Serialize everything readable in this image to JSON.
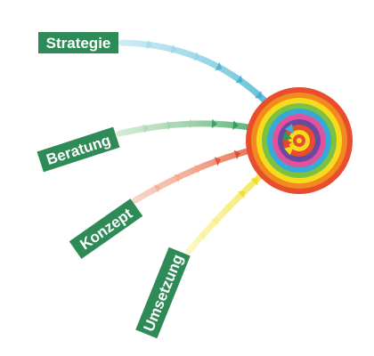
{
  "diagram": {
    "labels": [
      {
        "key": "strategie",
        "text": "Strategie",
        "arrow_color": "#8fd3e6",
        "arrow_dark": "#3fb0cf"
      },
      {
        "key": "beratung",
        "text": "Beratung",
        "arrow_color": "#9fd3a4",
        "arrow_dark": "#2e9a57"
      },
      {
        "key": "konzept",
        "text": "Konzept",
        "arrow_color": "#f2a27f",
        "arrow_dark": "#e0482a"
      },
      {
        "key": "umsetzung",
        "text": "Umsetzung",
        "arrow_color": "#f7ef7a",
        "arrow_dark": "#f0dc1a"
      }
    ],
    "label_color": "#2e8b57",
    "target_rings": [
      "#e84e2e",
      "#f28a1e",
      "#f7dc1e",
      "#7cc242",
      "#37a9d8",
      "#e0529c",
      "#6a4aa0",
      "#e84e2e",
      "#f7dc1e",
      "#e84e2e",
      "#f7dc1e"
    ]
  }
}
